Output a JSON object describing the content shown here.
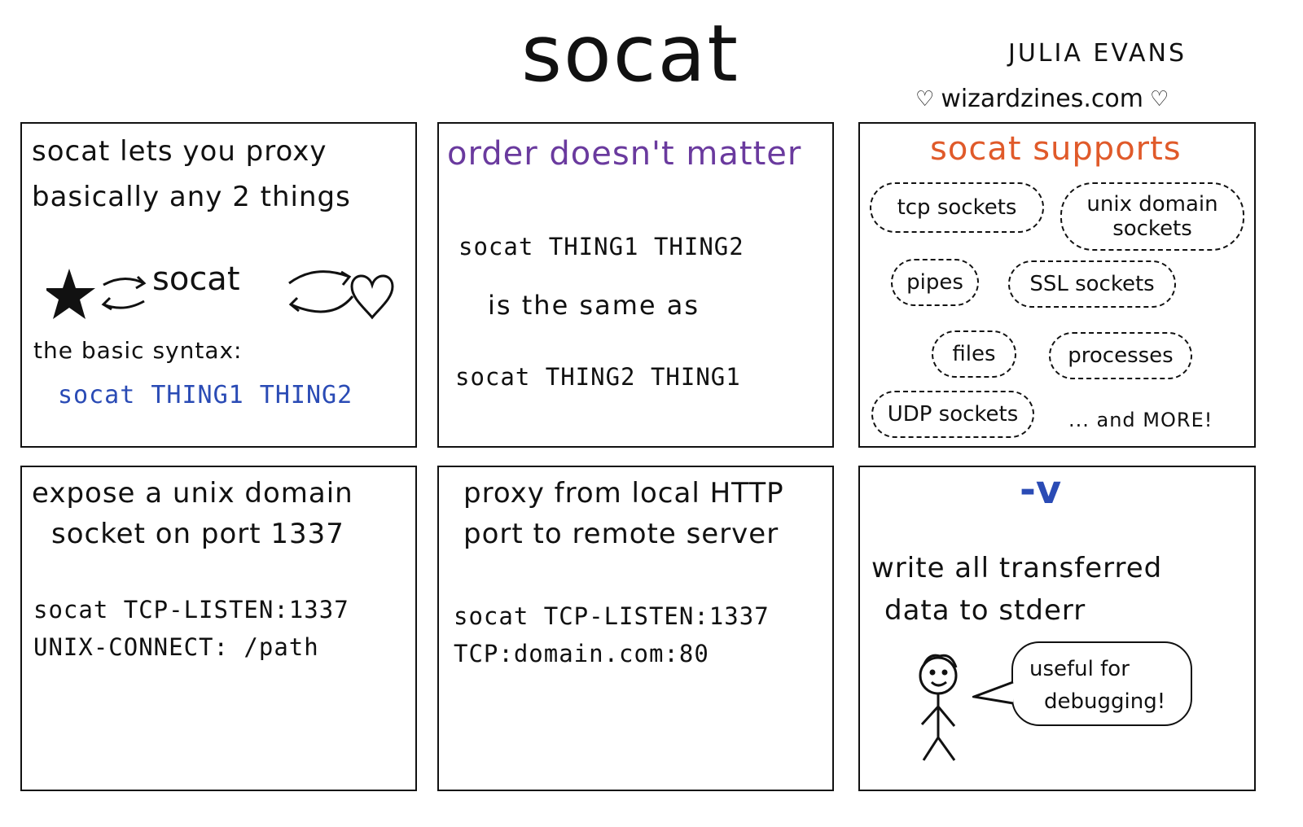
{
  "header": {
    "title": "socat",
    "author": "JULIA EVANS",
    "site": "wizardzines.com"
  },
  "colors": {
    "ink": "#111111",
    "blue": "#2a4bb5",
    "purple": "#6a3a9e",
    "orange": "#e05a2a"
  },
  "panels": {
    "p1": {
      "line1": "socat lets you proxy",
      "line2": "basically any 2 things",
      "diagram_label": "socat",
      "syntax_label": "the basic syntax:",
      "syntax_cmd": "socat THING1 THING2",
      "icons": [
        "star-icon",
        "swap-arrows-icon",
        "heart-icon"
      ]
    },
    "p2": {
      "heading": "order doesn't matter",
      "cmd1": "socat THING1 THING2",
      "middle": "is the same as",
      "cmd2": "socat THING2 THING1"
    },
    "p3": {
      "heading": "socat supports",
      "items": [
        "tcp sockets",
        "unix domain sockets",
        "pipes",
        "SSL sockets",
        "files",
        "processes",
        "UDP sockets"
      ],
      "more": "... and MORE!"
    },
    "p4": {
      "line1": "expose a unix domain",
      "line2": "socket on port 1337",
      "cmd1": "socat TCP-LISTEN:1337",
      "cmd2": "UNIX-CONNECT: /path"
    },
    "p5": {
      "line1": "proxy from local HTTP",
      "line2": "port to remote server",
      "cmd1": "socat TCP-LISTEN:1337",
      "cmd2": "TCP:domain.com:80"
    },
    "p6": {
      "flag": "-v",
      "line1": "write all transferred",
      "line2": "data to stderr",
      "bubble1": "useful for",
      "bubble2": "debugging!"
    }
  }
}
